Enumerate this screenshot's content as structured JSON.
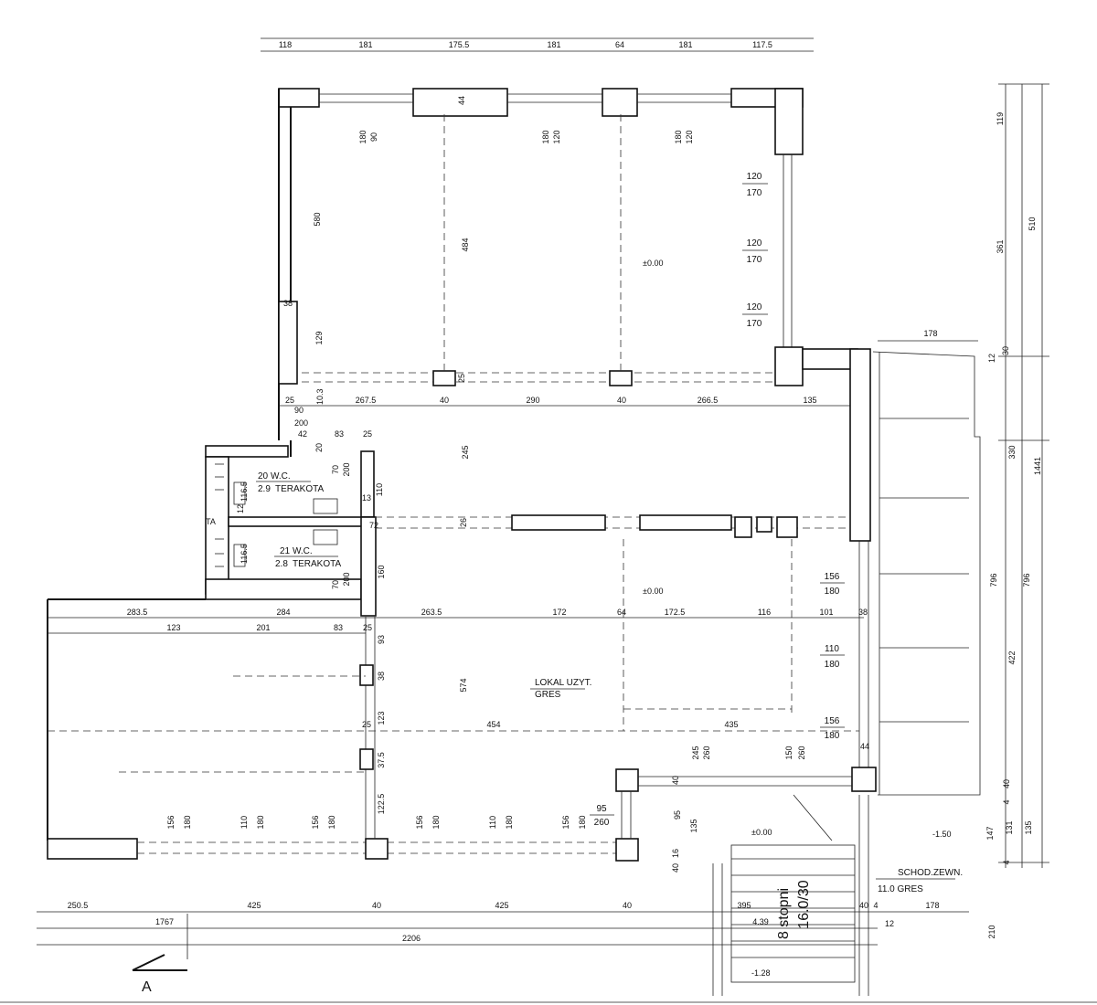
{
  "top_dims": [
    "118",
    "181",
    "175.5",
    "181",
    "64",
    "181",
    "117.5"
  ],
  "right_dims": {
    "d119": "119",
    "d510": "510",
    "d361": "361",
    "d12": "12",
    "d30": "30",
    "d330": "330",
    "d1441": "1441",
    "d796a": "796",
    "d796b": "796",
    "d422": "422",
    "d40": "40",
    "d4": "4",
    "d147": "147",
    "d131": "131",
    "d135": "135",
    "d4b": "4",
    "d210": "210",
    "d178": "178"
  },
  "upper_room": {
    "elev": "±0.00",
    "d580": "580",
    "d484": "484",
    "w1a": "180",
    "w1b": "90",
    "w2a": "180",
    "w2b": "120",
    "w3a": "180",
    "w3b": "120",
    "w4a": "120",
    "w4b": "170",
    "w5a": "120",
    "w5b": "170",
    "w6a": "120",
    "w6b": "170",
    "d38": "38",
    "d129": "129",
    "d44": "44",
    "d25": "25"
  },
  "mid_row": [
    "25",
    "10.3",
    "267.5",
    "40",
    "290",
    "40",
    "266.5",
    "135",
    "44"
  ],
  "mid_misc": {
    "d90": "90",
    "d200": "200",
    "d42": "42",
    "d83": "83",
    "d25b": "25",
    "d20": "20",
    "d245": "245",
    "d26": "26"
  },
  "wc1": {
    "num": "20",
    "name": "W.C.",
    "area": "2.9",
    "floor": "TERAKOTA",
    "d12": "12",
    "d116": "116.5",
    "d70": "70",
    "d200": "200",
    "d110": "110",
    "d13": "13",
    "d72": "72"
  },
  "wc2": {
    "num": "21",
    "name": "W.C.",
    "area": "2.8",
    "floor": "TERAKOTA",
    "d116": "116.5",
    "d70": "70",
    "d200": "200",
    "d160": "160"
  },
  "wc_tag": "TA",
  "lower_room": {
    "name": "LOKAL UZYT.",
    "floor": "GRES",
    "elev": "±0.00",
    "d574": "574",
    "d93": "93",
    "d38": "38",
    "d123": "123",
    "d25": "25",
    "d37": "37.5",
    "d122": "122.5",
    "d454": "454",
    "d435": "435",
    "d245": "245",
    "d260": "260",
    "d150": "150",
    "d260b": "260",
    "d40": "40",
    "d95": "95",
    "d95b": "95",
    "d260c": "260",
    "d135": "135",
    "d16": "16",
    "d40b": "40",
    "d44": "44",
    "w1a": "156",
    "w1b": "180",
    "w2a": "110",
    "w2b": "180",
    "w3a": "156",
    "w3b": "180"
  },
  "lower_row": [
    "283.5",
    "284",
    "263.5",
    "172",
    "64",
    "172.5",
    "116",
    "101",
    "38"
  ],
  "lower_row2": [
    "123",
    "201",
    "83",
    "25"
  ],
  "bottom_windows": [
    [
      "156",
      "180"
    ],
    [
      "110",
      "180"
    ],
    [
      "156",
      "180"
    ],
    [
      "156",
      "180"
    ],
    [
      "110",
      "180"
    ],
    [
      "156",
      "180"
    ]
  ],
  "bottom_dims": {
    "b1": "250.5",
    "b2": "425",
    "b3": "40",
    "b4": "425",
    "b5": "40",
    "b6": "395",
    "b7": "40",
    "b8": "4",
    "b9": "178",
    "b10": "1767",
    "b11": "2206",
    "b12": "4.39",
    "b13": "12"
  },
  "stairs": {
    "steps": "8 stopni",
    "ratio": "16.0/30",
    "elev1": "±0.00",
    "elev2": "-1.50",
    "elev3": "-1.28",
    "label1": "SCHOD.ZEWN.",
    "label2": "11.0 GRES"
  },
  "section_mark": "A"
}
